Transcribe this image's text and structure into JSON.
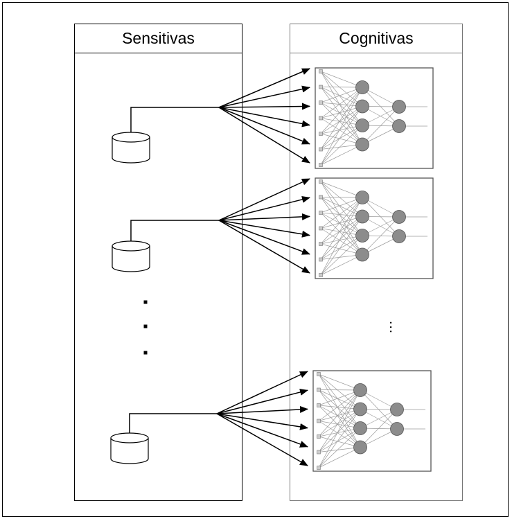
{
  "panels": {
    "left": {
      "title": "Sensitivas"
    },
    "right": {
      "title": "Cognitivas"
    }
  },
  "groups": [
    {
      "id": "group-1"
    },
    {
      "id": "group-2"
    },
    {
      "id": "group-3"
    }
  ],
  "ellipsis_vertical": "…",
  "colors": {
    "line": "#000000",
    "neuron_fill": "#8c8c8c",
    "network_edge": "#9a9a9a",
    "input_node": "#cccccc"
  }
}
